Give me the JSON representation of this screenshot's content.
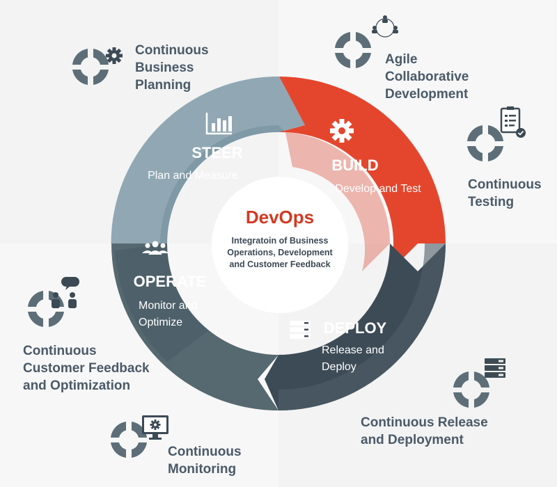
{
  "center": {
    "title": "DevOps",
    "subtitle_lines": [
      "Integratoin of Business",
      "Operations, Development",
      "and Customer Feedback"
    ]
  },
  "phases": {
    "steer": {
      "title": "STEER",
      "lines": [
        "Plan and Measure"
      ],
      "icon": "bar-chart-icon"
    },
    "build": {
      "title": "BUILD",
      "lines": [
        "Develop and Test"
      ],
      "icon": "gear-icon"
    },
    "deploy": {
      "title": "DEPLOY",
      "lines": [
        "Release and",
        "Deploy"
      ],
      "icon": "server-icon"
    },
    "operate": {
      "title": "OPERATE",
      "lines": [
        "Monitor and",
        "Optimize"
      ],
      "icon": "team-icon"
    }
  },
  "practices": {
    "planning": "Continuous\nBusiness\nPlanning",
    "agile": "Agile\nCollaborative\nDevelopment",
    "testing": "Continuous\nTesting",
    "release": "Continuous Release\nand Deployment",
    "monitoring": "Continuous\nMonitoring",
    "feedback": "Continuous\nCustomer Feedback\nand Optimization"
  },
  "colors": {
    "steer": "#8fa6b2",
    "build": "#e4442c",
    "deploy": "#3c4a55",
    "operate": "#55666f",
    "text_dark": "#4a5a68",
    "devops_red": "#d23a22",
    "cycle_icon": "#5d6e78"
  }
}
